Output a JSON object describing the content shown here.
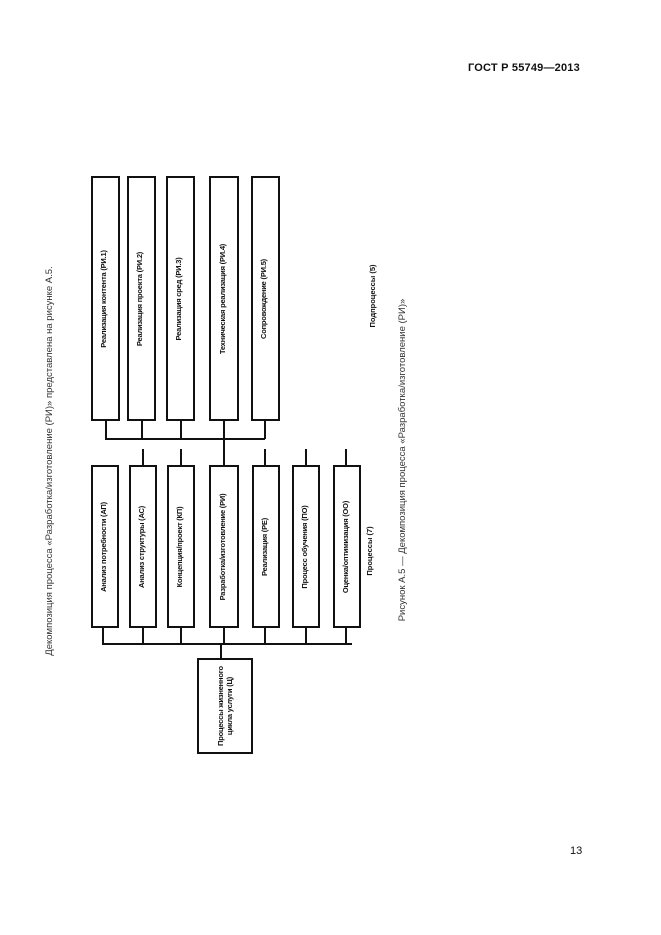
{
  "header": {
    "doc_code": "ГОСТ Р 55749—2013"
  },
  "intro_text": "Декомпозиция процесса «Разработка/изготовление (РИ)» представлена на рисунке А.5.",
  "diagram": {
    "root": {
      "label": "Процессы жизненного цикла услуги (Ц)"
    },
    "processes_label": "Процессы (7)",
    "processes": [
      {
        "label": "Анализ потребности (АП)"
      },
      {
        "label": "Анализ структуры (АС)"
      },
      {
        "label": "Концепция/проект (КП)"
      },
      {
        "label": "Разработка/изготовление (РИ)"
      },
      {
        "label": "Реализация (РЕ)"
      },
      {
        "label": "Процесс обучения (ПО)"
      },
      {
        "label": "Оценка/оптимизация (ОО)"
      }
    ],
    "subprocesses_label": "Подпроцессы (5)",
    "subprocesses": [
      {
        "label": "Реализация контента (РИ.1)"
      },
      {
        "label": "Реализация проекта (РИ.2)"
      },
      {
        "label": "Реализация сред (РИ.3)"
      },
      {
        "label": "Техническая реализация (РИ.4)"
      },
      {
        "label": "Сопровождение (РИ.5)"
      }
    ]
  },
  "caption": "Рисунок А.5 — Декомпозиция процесса «Разработка/изготовление (РИ)»",
  "page_number": "13"
}
